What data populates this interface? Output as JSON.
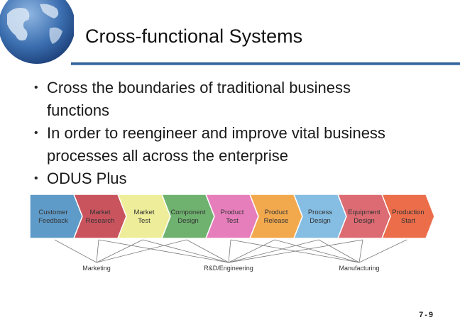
{
  "slide": {
    "title": "Cross-functional Systems",
    "bullets": [
      {
        "line1": "Cross the boundaries of traditional business",
        "line2": "functions"
      },
      {
        "line1": "In order to reengineer and improve vital business",
        "line2": "processes all across the enterprise"
      },
      {
        "line1": "ODUS Plus",
        "line2": ""
      }
    ],
    "page_number": "7-9"
  },
  "process_diagram": {
    "steps": [
      {
        "line1": "Customer",
        "line2": "Feedback"
      },
      {
        "line1": "Market",
        "line2": "Research"
      },
      {
        "line1": "Market",
        "line2": "Test"
      },
      {
        "line1": "Component",
        "line2": "Design"
      },
      {
        "line1": "Product",
        "line2": "Test"
      },
      {
        "line1": "Product",
        "line2": "Release"
      },
      {
        "line1": "Process",
        "line2": "Design"
      },
      {
        "line1": "Equipment",
        "line2": "Design"
      },
      {
        "line1": "Production",
        "line2": "Start"
      }
    ],
    "step_colors": [
      "#5f9bc8",
      "#c9545e",
      "#eeee9a",
      "#6fb26f",
      "#e77ebc",
      "#f2a94e",
      "#85bde3",
      "#dc6b73",
      "#eb6d4a"
    ],
    "functions": [
      "Marketing",
      "R&D/Engineering",
      "Manufacturing"
    ]
  },
  "icons": [
    "globe-icon"
  ]
}
